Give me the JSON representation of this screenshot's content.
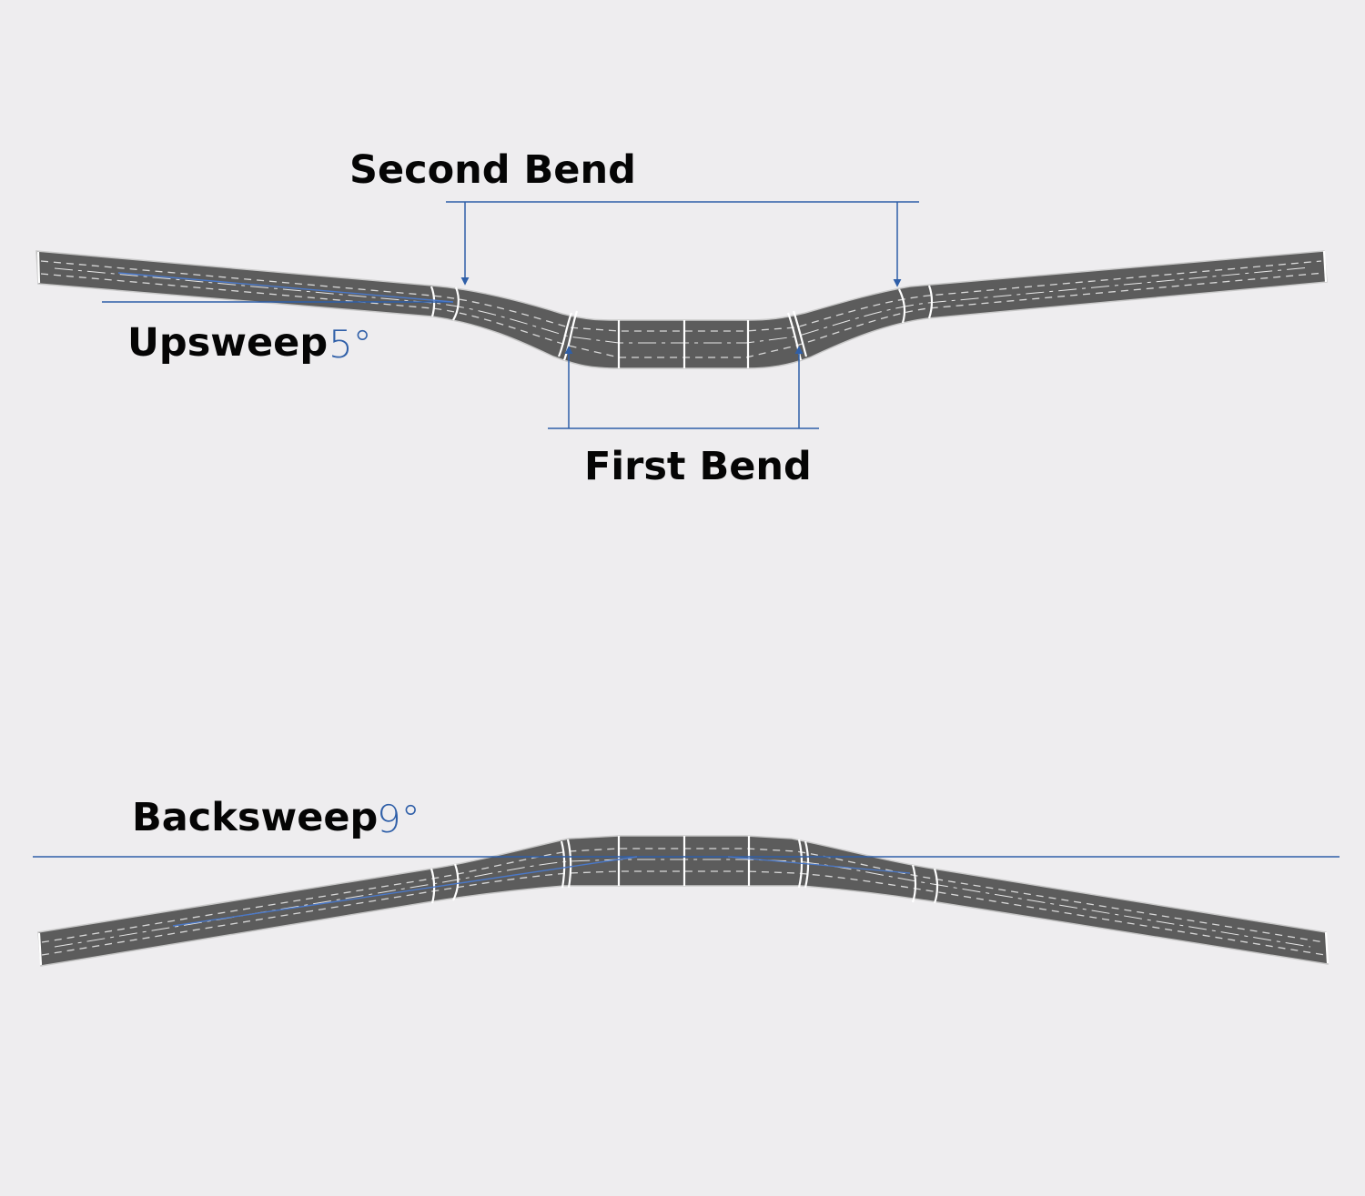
{
  "labels": {
    "second_bend": "Second Bend",
    "first_bend": "First Bend",
    "upsweep": "Upsweep",
    "upsweep_value": "5°",
    "backsweep": "Backsweep",
    "backsweep_value": "9°"
  },
  "colors": {
    "background": "#eeedef",
    "bar": "#5c5c5c",
    "annotation_blue": "#2f5fa8",
    "seam": "#ffffff",
    "label_text": "#050505"
  }
}
